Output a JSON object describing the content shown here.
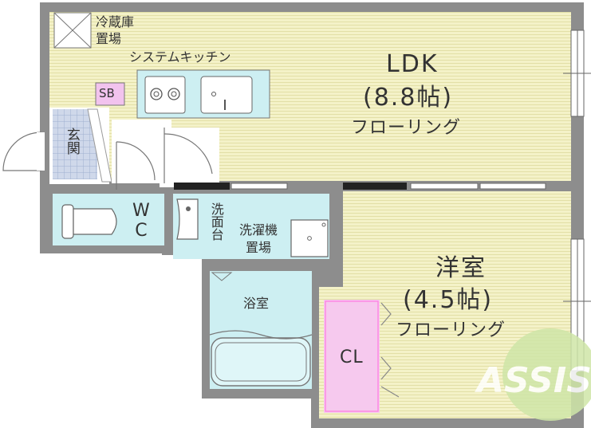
{
  "colors": {
    "wall": "#8d8d8d",
    "ldk_floor": "#f4f2c8",
    "wet_area": "#cdeff2",
    "entrance_tile": "#cfd8ea",
    "closet": "#f6c9ee",
    "sb": "#f2c3ee",
    "watermark": "#cfe6a8"
  },
  "labels": {
    "fridge": "冷蔵庫\n置場",
    "kitchen": "システムキッチン",
    "sb": "SB",
    "entrance": "玄関",
    "wc": "W\nC",
    "washbasin": "洗面台",
    "washer": "洗濯機\n置場",
    "bath": "浴室",
    "closet": "CL",
    "ldk_name": "LDK",
    "ldk_size": "(8.8帖)",
    "ldk_floor": "フローリング",
    "western_name": "洋室",
    "western_size": "(4.5帖)",
    "western_floor": "フローリング"
  },
  "watermark_text": "ASSIST"
}
